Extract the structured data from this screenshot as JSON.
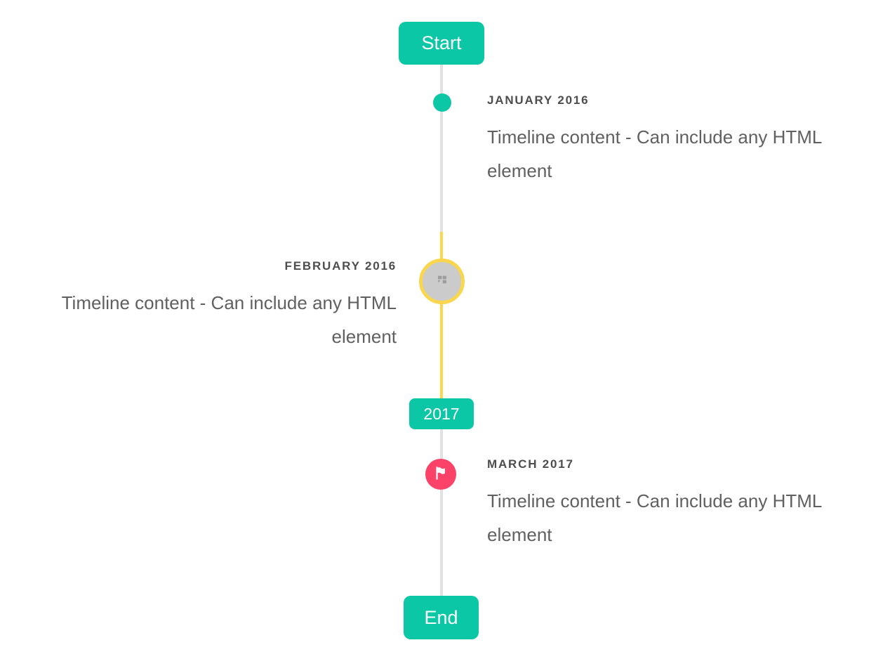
{
  "timeline": {
    "start_label": "Start",
    "end_label": "End",
    "year_badge": "2017",
    "colors": {
      "accent_teal": "#0bc7a5",
      "highlight_yellow": "#fbd64e",
      "flag_pink": "#fb4369",
      "line_gray": "#e2e2e2",
      "image_marker_gray": "#cbcbcb",
      "title_text": "#4d4d4d",
      "content_text": "#606060"
    },
    "items": [
      {
        "title": "JANUARY 2016",
        "content": "Timeline content - Can include any HTML element",
        "side": "right",
        "marker": "teal-dot"
      },
      {
        "title": "FEBRUARY 2016",
        "content": "Timeline content - Can include any HTML element",
        "side": "left",
        "marker": "image-circle-highlighted"
      },
      {
        "title": "MARCH 2017",
        "content": "Timeline content - Can include any HTML element",
        "side": "right",
        "marker": "flag-circle"
      }
    ]
  }
}
